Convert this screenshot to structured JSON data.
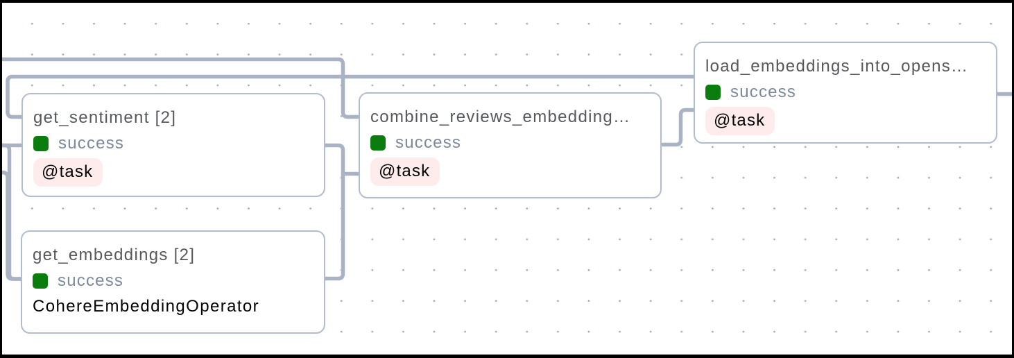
{
  "colors": {
    "canvas_bg": "#ffffff",
    "dot_color": "#a8aeb7",
    "edge_color": "#a9b3c4",
    "node_bg": "#ffffff",
    "node_border": "#b1bccf",
    "title_color": "#55585d",
    "status_text_color": "#7c899d",
    "success_color": "#0b7c0e",
    "badge_bg": "#fdeceb",
    "badge_text": "#000000",
    "frame_color": "#000000"
  },
  "nodes": [
    {
      "title": "get_sentiment [2]",
      "state": "success",
      "operator": "@task"
    },
    {
      "title": "get_embeddings [2]",
      "state": "success",
      "operator": "CohereEmbeddingOperator"
    },
    {
      "title": "combine_reviews_embedding…",
      "state": "success",
      "operator": "@task"
    },
    {
      "title": "load_embeddings_into_opens…",
      "state": "success",
      "operator": "@task"
    }
  ],
  "edges": [
    {
      "from": "offscreen-left",
      "to": "combine_reviews_embedding…"
    },
    {
      "from": "offscreen-left",
      "to": "get_sentiment [2]"
    },
    {
      "from": "offscreen-left",
      "to": "get_embeddings [2]"
    },
    {
      "from": "get_sentiment [2]",
      "to": "combine_reviews_embedding…"
    },
    {
      "from": "get_embeddings [2]",
      "to": "combine_reviews_embedding…"
    },
    {
      "from": "get_sentiment [2]",
      "to": "load_embeddings_into_opens…"
    },
    {
      "from": "combine_reviews_embedding…",
      "to": "load_embeddings_into_opens…"
    },
    {
      "from": "load_embeddings_into_opens…",
      "to": "offscreen-right"
    }
  ]
}
